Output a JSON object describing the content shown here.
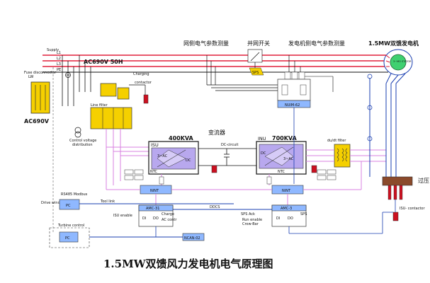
{
  "title": "1.5MW双馈风力发电机电气原理图",
  "top_labels": {
    "grid_meas": "网侧电气参数测量",
    "grid_switch": "并网开关",
    "gen_meas": "发电机侧电气参数测量",
    "generator": "1.5MW双馈发电机"
  },
  "supply": {
    "label": "Supply",
    "lines": [
      "L1",
      "L2",
      "L3",
      "PE"
    ],
    "voltage": "AC690V  50H"
  },
  "fuse": {
    "label1": "Fuse disconnector",
    "label2": "LW",
    "voltage": "AC690V"
  },
  "charging": {
    "charging": "Charging",
    "contactor": "contactor"
  },
  "filter": {
    "line_filter": "Line filter",
    "control_voltage": "Control voltage",
    "distribution": "distribution"
  },
  "converter": {
    "label": "变流器",
    "dc_circuit": "DC-circuit"
  },
  "isu": {
    "name": "ISU",
    "power": "400KVA",
    "block_ac": "3~AC",
    "block_dc": "DC",
    "ntc": "NTC"
  },
  "inu": {
    "name": "INU",
    "power": "700KVA",
    "block_dc": "DC",
    "block_ac": "3~AC",
    "ntc": "NTC",
    "dudt": "du/dt filter"
  },
  "nint": "NINT",
  "sps": "SPS",
  "nuim": "NUIM-62",
  "ncan": "NCAN-02",
  "control": {
    "rs485": "RS485 Modbus",
    "drive_window": "Drive\nwindow",
    "pc1": "PC",
    "tool_link": "Tool link",
    "ddcs": "DDCS",
    "amc1": "AMC-31",
    "amc3": "AMC-3",
    "di": "DI",
    "do": "DO",
    "isu_enable": "ISU enable",
    "charge": "Charge",
    "ac_contr": "AC contr",
    "sps_ack": "SPS Ack",
    "run_enable": "Run enable",
    "crow_bar": "Crow-Bar",
    "sps2": "SPS",
    "turbine_control": "Turbine control",
    "pc2": "PC",
    "isu_contactor": "ISU-\ncontactor"
  },
  "right_cut": "过压",
  "gen_dot": "3~MO\nSTATOR"
}
